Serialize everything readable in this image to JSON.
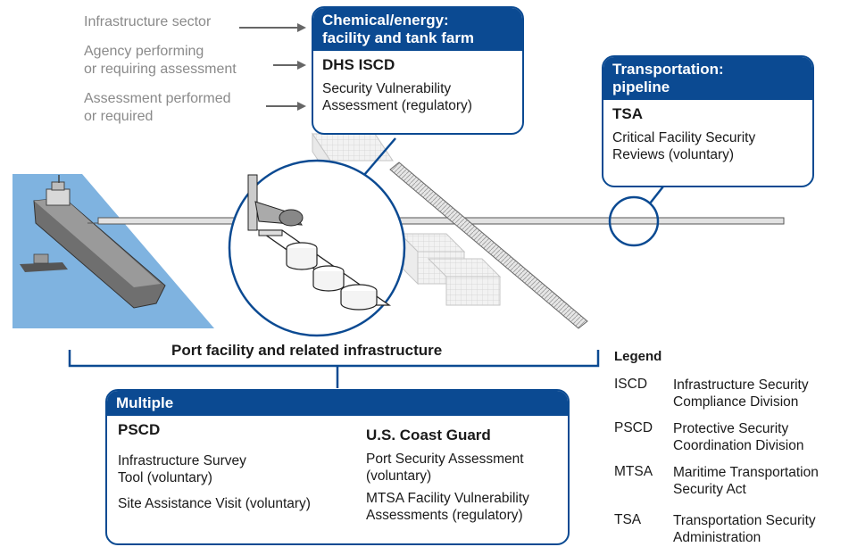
{
  "key": {
    "sector": "Infrastructure sector",
    "agency_l1": "Agency performing",
    "agency_l2": "or requiring assessment",
    "assessment_l1": "Assessment performed",
    "assessment_l2": "or required"
  },
  "chemical": {
    "title_l1": "Chemical/energy:",
    "title_l2": "facility and tank farm",
    "agency": "DHS ISCD",
    "assessment_l1": "Security Vulnerability",
    "assessment_l2": "Assessment (regulatory)"
  },
  "pipeline": {
    "title_l1": "Transportation:",
    "title_l2": "pipeline",
    "agency": "TSA",
    "assessment_l1": "Critical Facility Security",
    "assessment_l2": "Reviews (voluntary)"
  },
  "port_label": "Port facility and related infrastructure",
  "multiple": {
    "title": "Multiple",
    "left_agency": "PSCD",
    "left_a1_l1": "Infrastructure Survey",
    "left_a1_l2": "Tool (voluntary)",
    "left_a2": "Site Assistance Visit (voluntary)",
    "right_agency": "U.S. Coast Guard",
    "right_a1_l1": "Port Security Assessment",
    "right_a1_l2": "(voluntary)",
    "right_a2_l1": "MTSA Facility Vulnerability",
    "right_a2_l2": "Assessments (regulatory)"
  },
  "legend": {
    "title": "Legend",
    "items": [
      {
        "abbr": "ISCD",
        "def_l1": "Infrastructure Security",
        "def_l2": "Compliance Division"
      },
      {
        "abbr": "PSCD",
        "def_l1": "Protective Security",
        "def_l2": "Coordination Division"
      },
      {
        "abbr": "MTSA",
        "def_l1": "Maritime Transportation",
        "def_l2": "Security Act"
      },
      {
        "abbr": "TSA",
        "def_l1": "Transportation Security",
        "def_l2": "Administration"
      }
    ]
  },
  "colors": {
    "brand_blue": "#0b4a92",
    "water": "#7fb3e0",
    "key_gray": "#8a8a8a"
  }
}
